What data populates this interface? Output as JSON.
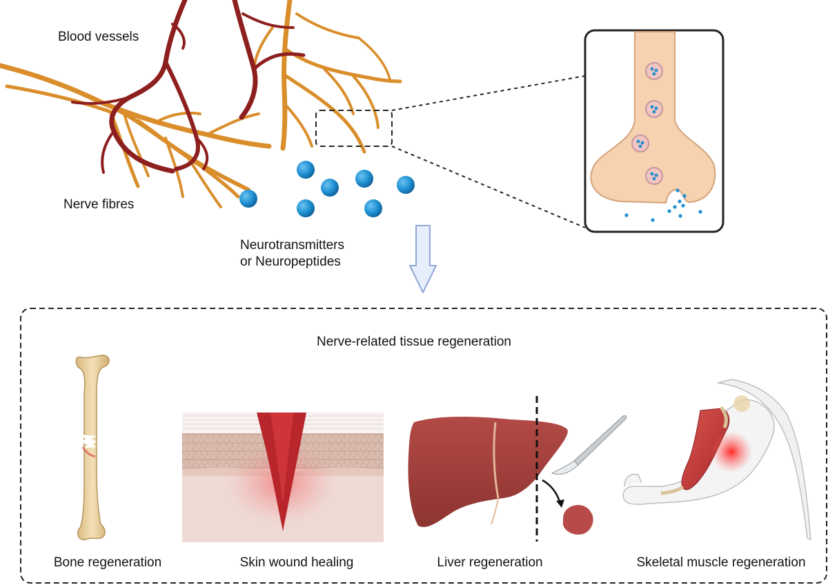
{
  "labels": {
    "blood_vessels": "Blood vessels",
    "nerve_fibres": "Nerve fibres",
    "neurotransmitters_line1": "Neurotransmitters",
    "neurotransmitters_line2": "or Neuropeptides",
    "regeneration_panel_title": "Nerve-related tissue regeneration"
  },
  "examples": [
    {
      "caption": "Bone regeneration"
    },
    {
      "caption": "Skin wound healing"
    },
    {
      "caption": "Liver regeneration"
    },
    {
      "caption": "Skeletal muscle regeneration"
    }
  ],
  "colors": {
    "nerve": "#D98E2B",
    "vessel": "#8E1F1F",
    "molecule": "#1E8FD0",
    "synapse_fill": "#F6D2B0",
    "arrow_fill": "#E6EEFB",
    "arrow_stroke": "#8FA8D6",
    "liver": "#A5413E",
    "wound": "#B8252B",
    "bone": "#EBD3A0",
    "muscle": "#C33A36"
  },
  "icons": [
    "down-arrow-icon",
    "scalpel-icon",
    "curved-arrow-icon"
  ]
}
